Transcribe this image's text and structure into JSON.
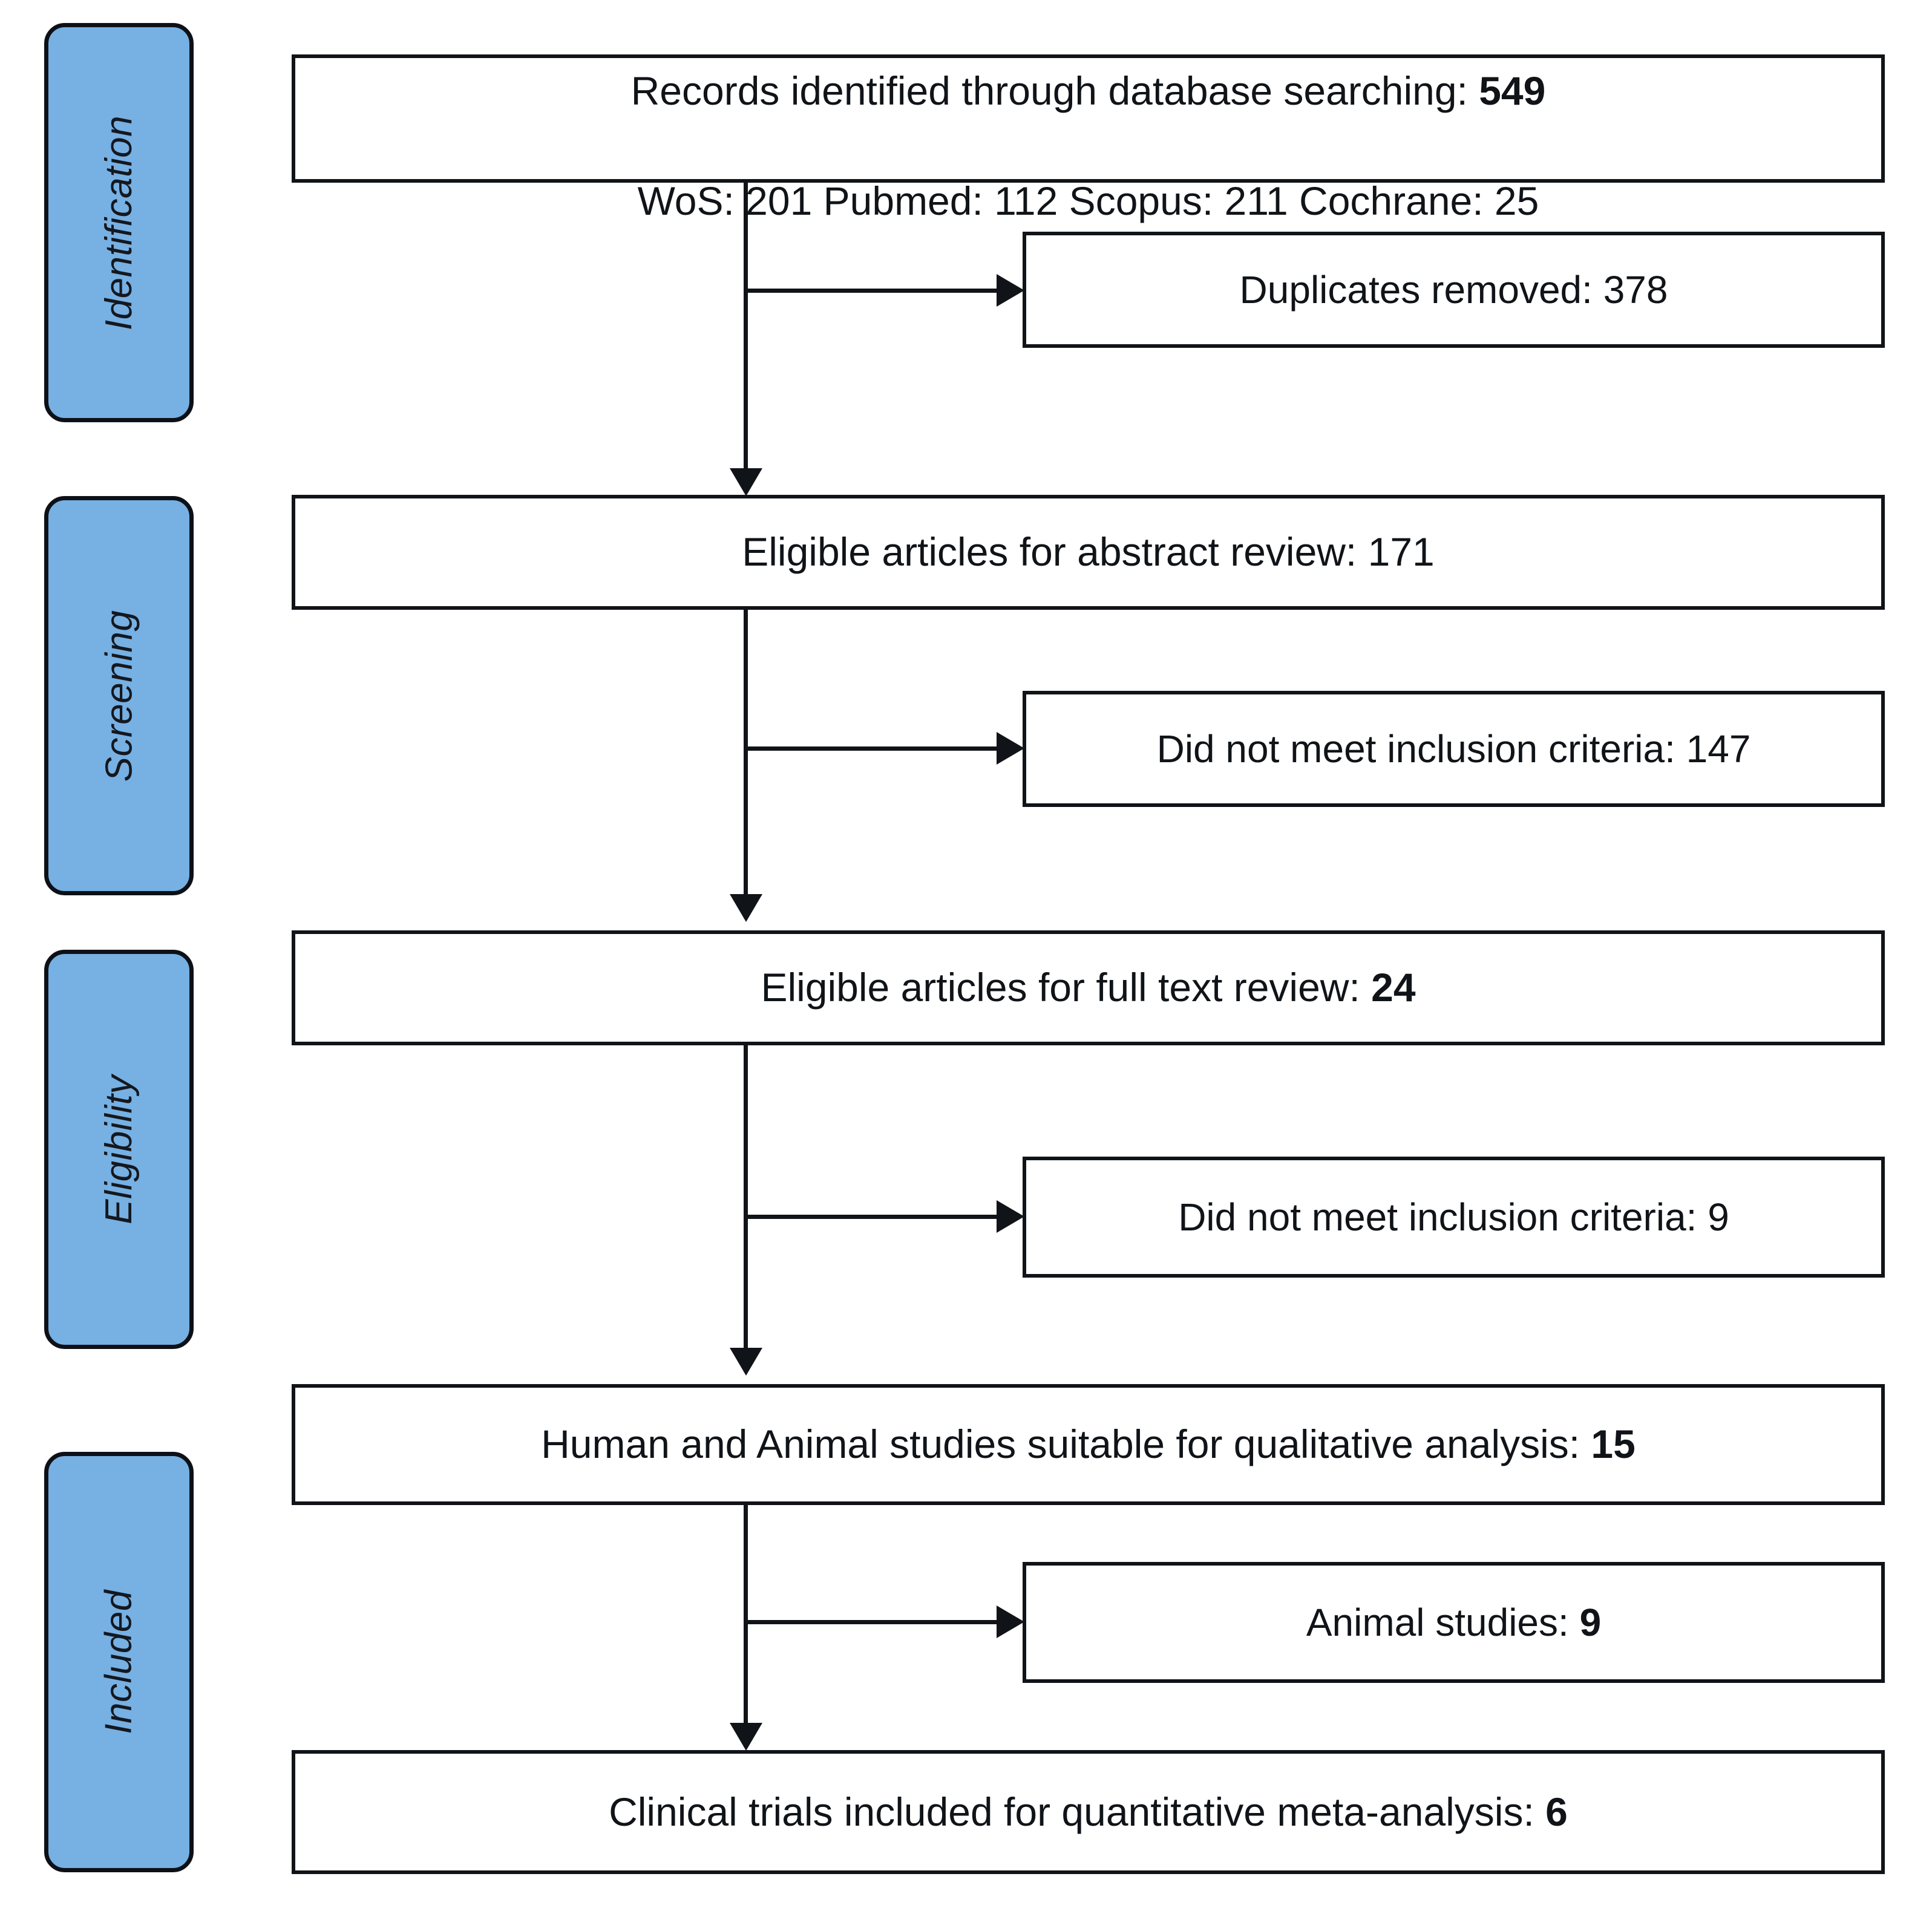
{
  "diagram": {
    "type": "prisma-flow-diagram",
    "colors": {
      "stage_pill_fill": "#77b0e3",
      "stroke": "#101418",
      "box_fill": "#ffffff"
    },
    "stages": [
      {
        "id": "identification",
        "label": "Identification"
      },
      {
        "id": "screening",
        "label": "Screening"
      },
      {
        "id": "eligibility",
        "label": "Eligibility"
      },
      {
        "id": "included",
        "label": "Included"
      }
    ],
    "main_boxes": [
      {
        "id": "records-identified",
        "line1_prefix": "Records identified through database searching: ",
        "line1_value": "549",
        "line2": "WoS: 201  Pubmed: 112  Scopus: 211  Cochrane: 25",
        "value_bold": true
      },
      {
        "id": "abstract-review",
        "line1_prefix": "Eligible articles for abstract review: ",
        "line1_value": "171",
        "line2": "",
        "value_bold": false
      },
      {
        "id": "full-text-review",
        "line1_prefix": "Eligible articles for full text review: ",
        "line1_value": "24",
        "line2": "",
        "value_bold": true
      },
      {
        "id": "qualitative-analysis",
        "line1_prefix": "Human and Animal studies suitable for qualitative analysis: ",
        "line1_value": "15",
        "line2": "",
        "value_bold": true
      },
      {
        "id": "quantitative-meta-analysis",
        "line1_prefix": "Clinical trials included for quantitative meta-analysis: ",
        "line1_value": "6",
        "line2": "",
        "value_bold": true
      }
    ],
    "side_boxes": [
      {
        "id": "duplicates-removed",
        "prefix": "Duplicates removed: ",
        "value": "378",
        "value_bold": false
      },
      {
        "id": "excluded-abstract",
        "prefix": "Did not meet inclusion criteria: ",
        "value": "147",
        "value_bold": false
      },
      {
        "id": "excluded-full-text",
        "prefix": "Did not meet inclusion criteria: ",
        "value": "9",
        "value_bold": false
      },
      {
        "id": "animal-studies",
        "prefix": "Animal studies: ",
        "value": "9",
        "value_bold": true
      }
    ],
    "counts": {
      "records_identified_total": 549,
      "wos": 201,
      "pubmed": 112,
      "scopus": 211,
      "cochrane": 25,
      "duplicates_removed": 378,
      "abstract_review": 171,
      "excluded_abstract": 147,
      "full_text_review": 24,
      "excluded_full_text": 9,
      "qualitative_analysis": 15,
      "animal_studies": 9,
      "quantitative_meta_analysis": 6
    }
  }
}
